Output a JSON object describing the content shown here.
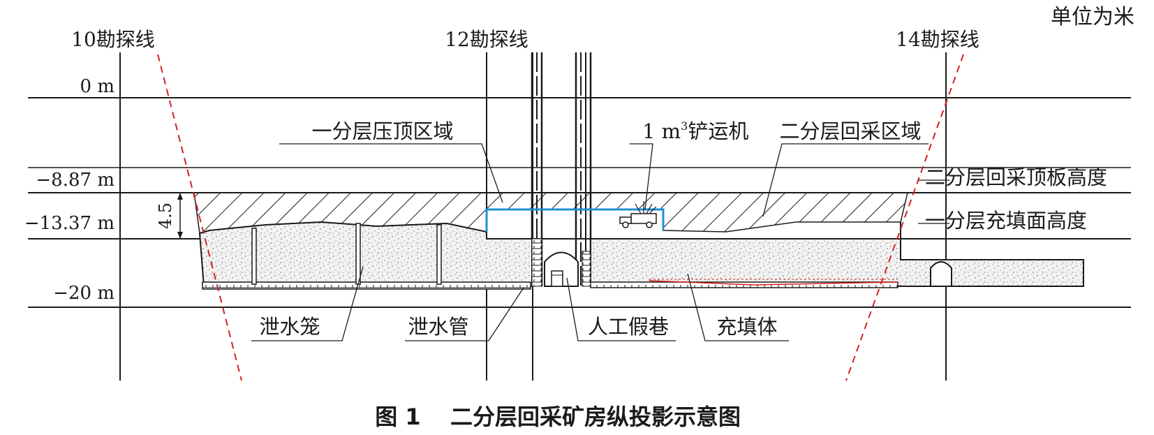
{
  "unit_note": "单位为米",
  "survey_lines": {
    "l10": "10勘探线",
    "l12": "12勘探线",
    "l14": "14勘探线"
  },
  "levels": {
    "zero": "0 m",
    "roof": "−8.87 m",
    "fill_top": "−13.37 m",
    "bottom": "−20 m"
  },
  "dimension": "4.5",
  "level_labels": {
    "roof": "二分层回采顶板高度",
    "fill": "一分层充填面高度"
  },
  "zones": {
    "pressed_roof": "一分层压顶区域",
    "mining": "二分层回采区域"
  },
  "equipment": {
    "prefix": "1 m",
    "sup": "3",
    "suffix": "铲运机"
  },
  "callouts": {
    "cage": "泄水笼",
    "pipe": "泄水管",
    "roadway": "人工假巷",
    "backfill": "充填体"
  },
  "caption": {
    "fig": "图 1",
    "title": "二分层回采矿房纵投影示意图"
  },
  "colors": {
    "line": "#1a1a1a",
    "survey": "#d42020",
    "drift": "#1f8fd6",
    "fill": "#f2f2f2"
  }
}
